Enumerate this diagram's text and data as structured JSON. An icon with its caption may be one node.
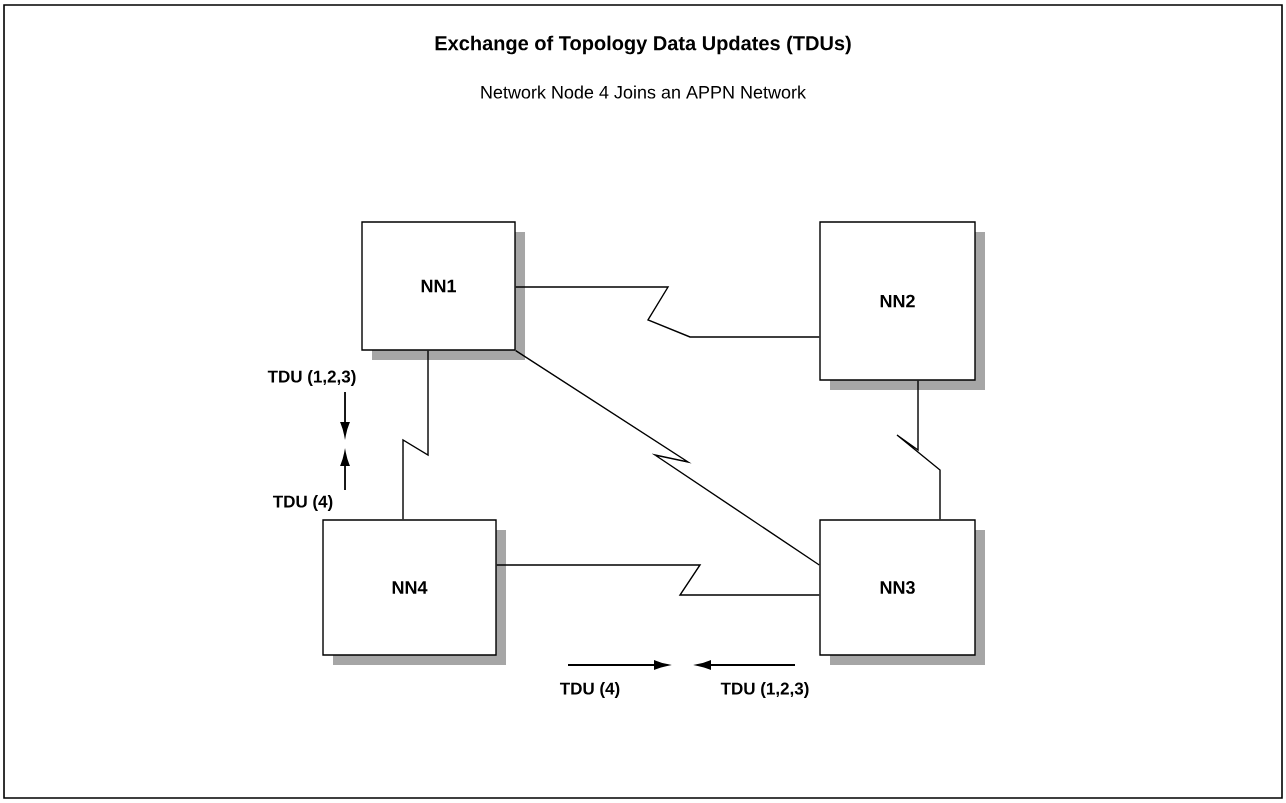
{
  "diagram": {
    "title": "Exchange of Topology Data Updates (TDUs)",
    "nodes": [
      {
        "text": [
          "NN1"
        ]
      },
      {
        "text": [
          "NN2"
        ]
      },
      {
        "text": [
          "NN4"
        ]
      },
      {
        "text": [
          "NN3"
        ]
      }
    ],
    "edges": [
      {
        "from": 0,
        "to": 1,
        "arrow": "none"
      },
      {
        "from": 0,
        "to": 2,
        "arrow": "none"
      },
      {
        "from": 0,
        "to": 3,
        "arrow": "none"
      },
      {
        "from": 1,
        "to": 3,
        "arrow": "none"
      },
      {
        "from": 2,
        "to": 3,
        "arrow": "none"
      }
    ],
    "labels": [
      "Network Node 4 Joins an APPN Network",
      "TDU (1,2,3)",
      "TDU (4)",
      "TDU (4)",
      "TDU (1,2,3)"
    ]
  }
}
